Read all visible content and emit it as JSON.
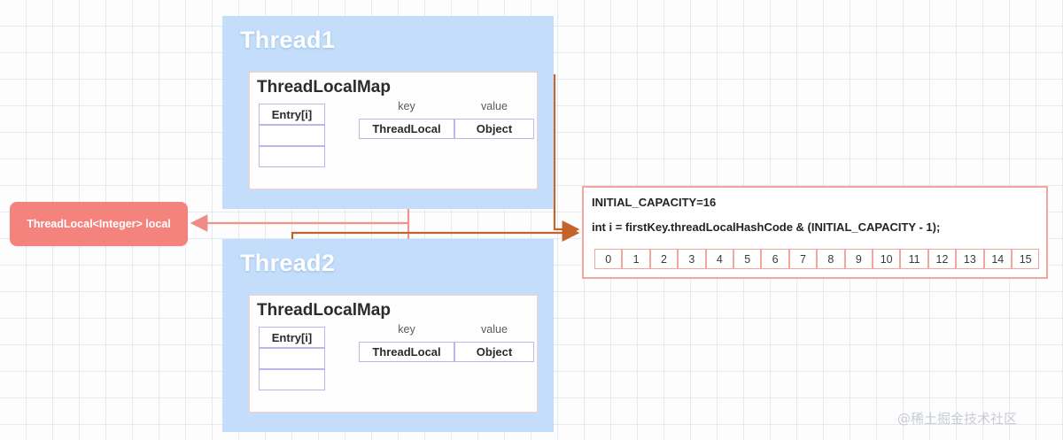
{
  "diagram": {
    "title": "ThreadLocal / ThreadLocalMap structure",
    "watermark": "@稀土掘金技术社区"
  },
  "colors": {
    "thread_fill": "#c3ddfa",
    "panel_border": "#f6cfc9",
    "cell_border": "#bdb6e8",
    "pill_fill": "#f4837e",
    "accent_salmon": "#f2a6a0",
    "accent_brown": "#c3642a",
    "link_black": "#1a1a1a",
    "grid_line": "#bec dd e1"
  },
  "pill": {
    "label": "ThreadLocal<Integer> local"
  },
  "threads": [
    {
      "name": "thread1",
      "title": "Thread1",
      "map_title": "ThreadLocalMap",
      "entry_cells": [
        "Entry[i]",
        "",
        ""
      ],
      "key_label": "key",
      "value_label": "value",
      "key_cell": "ThreadLocal",
      "value_cell": "Object"
    },
    {
      "name": "thread2",
      "title": "Thread2",
      "map_title": "ThreadLocalMap",
      "entry_cells": [
        "Entry[i]",
        "",
        ""
      ],
      "key_label": "key",
      "value_label": "value",
      "key_cell": "ThreadLocal",
      "value_cell": "Object"
    }
  ],
  "code_panel": {
    "line1": "INITIAL_CAPACITY=16",
    "line2": "int i = firstKey.threadLocalHashCode & (INITIAL_CAPACITY - 1);",
    "slots": [
      "0",
      "1",
      "2",
      "3",
      "4",
      "5",
      "6",
      "7",
      "8",
      "9",
      "10",
      "11",
      "12",
      "13",
      "14",
      "15"
    ]
  },
  "connectors": [
    {
      "name": "entry-to-key-arrow-thread1",
      "kind": "black-elbow-arrow"
    },
    {
      "name": "entry-to-key-arrow-thread2",
      "kind": "black-elbow-arrow"
    },
    {
      "name": "map-to-code-panel-thread1",
      "kind": "brown-elbow-arrow"
    },
    {
      "name": "map-to-code-panel-thread2",
      "kind": "brown-elbow-arrow"
    },
    {
      "name": "threadlocal-shared-link",
      "kind": "salmon-vertical-line"
    },
    {
      "name": "threadlocal-to-pill-arrow",
      "kind": "salmon-left-arrow"
    }
  ]
}
